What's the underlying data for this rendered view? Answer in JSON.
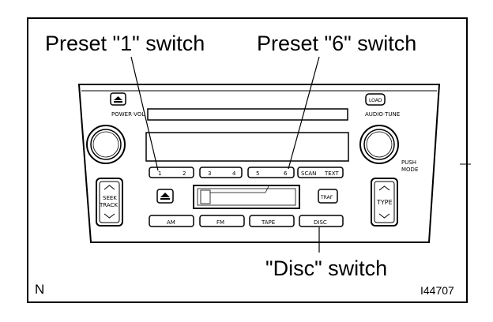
{
  "callouts": {
    "preset1": "Preset \"1\" switch",
    "preset6": "Preset \"6\" switch",
    "disc": "\"Disc\" switch"
  },
  "corner": {
    "left": "N",
    "right": "I44707"
  },
  "panel": {
    "power_vol": "POWER·VOL",
    "audio_tune": "AUDIO·TUNE",
    "load": "LOAD",
    "push_mode_1": "PUSH",
    "push_mode_2": "MODE",
    "seek_1": "SEEK",
    "seek_2": "TRACK",
    "type": "TYPE",
    "traf": "TRAF",
    "scan": "SCAN",
    "text": "TEXT",
    "presets": [
      "1",
      "2",
      "3",
      "4",
      "5",
      "6"
    ],
    "sources": [
      "AM",
      "FM",
      "TAPE",
      "DISC"
    ]
  },
  "icons": [
    "eject-icon",
    "knob-icon",
    "chevron-up-icon",
    "chevron-down-icon"
  ]
}
